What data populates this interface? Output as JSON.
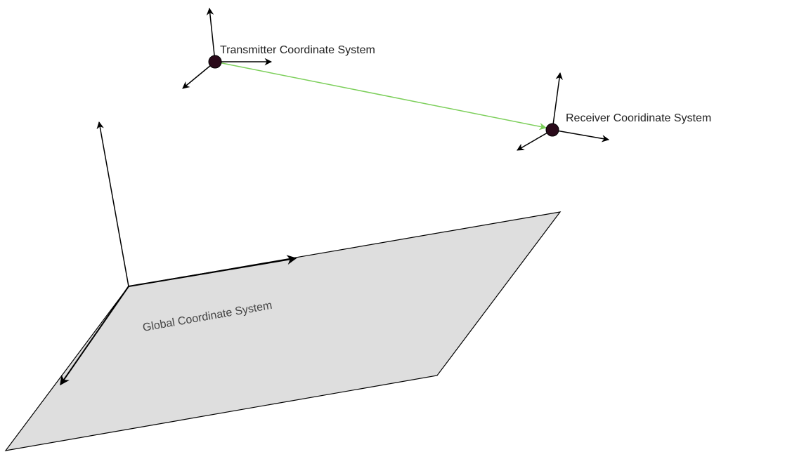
{
  "labels": {
    "transmitter": "Transmitter Coordinate System",
    "receiver": "Receiver Cooridinate System",
    "global": "Global Coordinate System"
  },
  "colors": {
    "background": "#ffffff",
    "plane_fill": "#dedede",
    "plane_stroke": "#000000",
    "axis": "#000000",
    "node_fill": "#2a0a1a",
    "link_arrow": "#7ccf5a",
    "label_text": "#222222",
    "plane_label_text": "#444444"
  }
}
